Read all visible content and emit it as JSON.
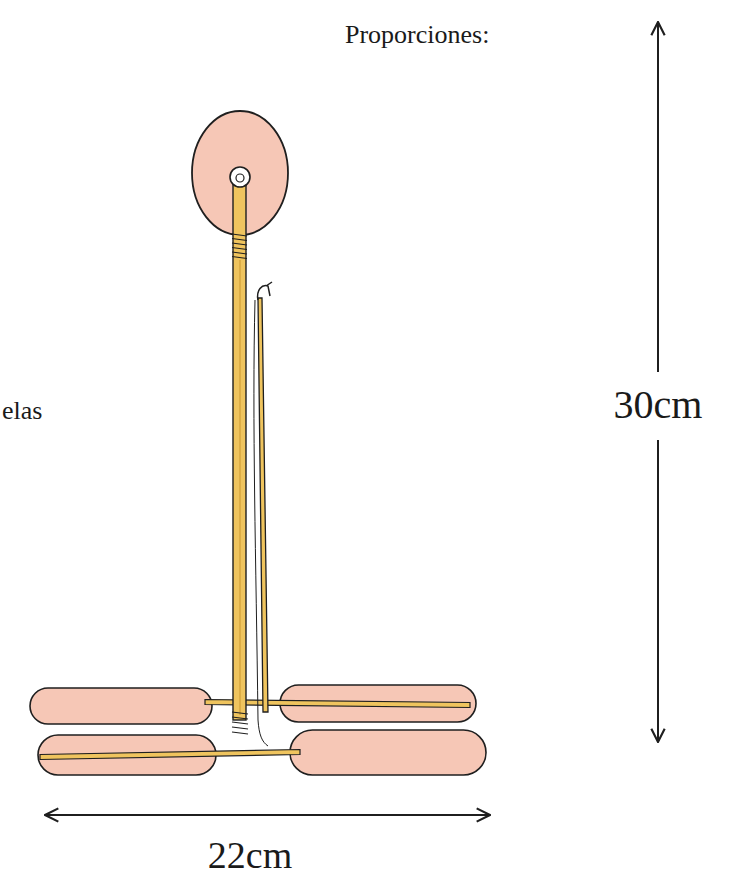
{
  "diagram": {
    "labels": [
      "Proporciones:",
      "elas",
      "30cm",
      "22cm"
    ]
  }
}
